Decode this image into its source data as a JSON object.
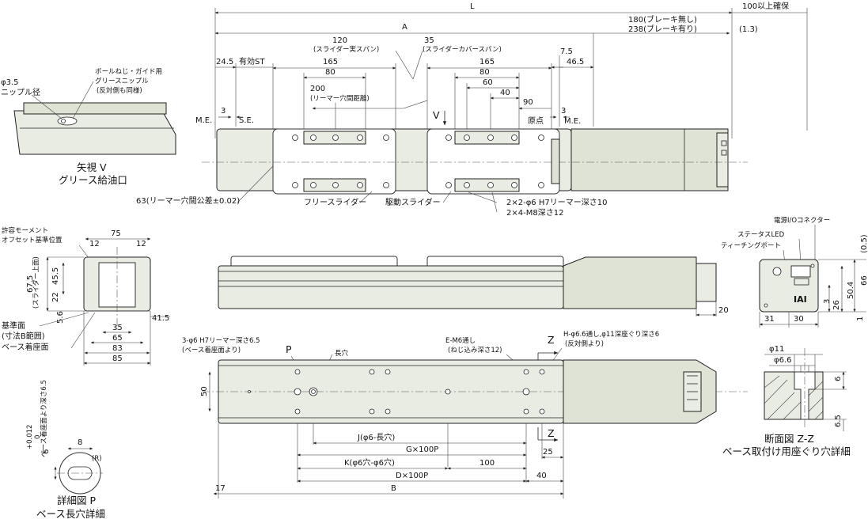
{
  "top_view": {
    "dims": {
      "L": "L",
      "A": "A",
      "brake_note": "100以上確保",
      "brake_none": "180(ブレーキ無し)",
      "brake_yes": "238(ブレーキ有り)",
      "d_1_3": "(1.3)",
      "d_24_5": "24.5",
      "stroke": "有効ST",
      "span_real": "120",
      "span_real_label": "(スライダー実スパン)",
      "span_cover": "35",
      "span_cover_label": "(スライダーカバースパン)",
      "d_7_5": "7.5",
      "d_46_5": "46.5",
      "d_165_l": "165",
      "d_80_l": "80",
      "d_165_r": "165",
      "d_80_r": "80",
      "d_60": "60",
      "d_40": "40",
      "d_90": "90",
      "d_200": "200",
      "reamer_dist": "(リーマー穴間距離)",
      "d_3_l": "3",
      "d_3_r": "3",
      "me_l": "M.E.",
      "se": "S.E.",
      "origin": "原点",
      "me_r": "M.E.",
      "v_mark": "V"
    },
    "notes": {
      "reamer_tol": "63(リーマー穴間公差±0.02)",
      "free_slider": "フリースライダー",
      "drive_slider": "駆動スライダー",
      "h7_reamer": "2×2-φ6 H7リーマー深さ10",
      "m8_depth": "2×4-M8深さ12"
    }
  },
  "view_v": {
    "d_3_5": "φ3.5",
    "nipple_dia": "ニップル径",
    "ball_screw": "ボールねじ・ガイド用",
    "grease_nipple": "グリースニップル",
    "same_side": "(反対側も同様)",
    "title": "矢視 V",
    "subtitle": "グリース給油口"
  },
  "end_view": {
    "moment": "許容モーメント",
    "offset": "オフセット基準位置",
    "d_75": "75",
    "d_12_l": "12",
    "d_12_r": "12",
    "d_67_5": "67.5",
    "slider_top": "(スライダー上面)",
    "d_45_5": "45.5",
    "d_22": "22",
    "d_5_6": "5.6",
    "d_41_5": "41.5",
    "ref_face": "基準面",
    "dim_b_range": "(寸法B範囲)",
    "base_face": "ベース着座面",
    "d_35": "35",
    "d_65": "65",
    "d_83": "83",
    "d_85": "85"
  },
  "motor_end_view": {
    "power_io": "電源I/Oコネクター",
    "status_led": "ステータスLED",
    "teaching_port": "ティーチングポート",
    "d_0_5": "(0.5)",
    "d_3": "3",
    "d_26": "26",
    "d_50_4": "50.4",
    "d_66": "66",
    "d_1": "1",
    "d_31": "31",
    "d_30": "30",
    "d_20": "20",
    "logo": "IAI"
  },
  "bottom_view": {
    "reamer_3": "3-φ6 H7リーマー深さ6.5",
    "from_base": "(ベース着座面より)",
    "p_mark": "P",
    "long_hole": "長穴",
    "e_m6": "E-M6通し",
    "screw_depth": "(ねじ込み深さ12)",
    "h_hole": "H-φ6.6通し,φ11深座ぐり深さ6",
    "from_opposite": "(反対側より)",
    "z_top": "Z",
    "z_bottom": "Z",
    "d_50": "50",
    "j_label": "J(φ6-長穴)",
    "g_label": "G×100P",
    "d_25": "25",
    "k_label": "K(φ6穴-φ6穴)",
    "d_100": "100",
    "d_label": "D×100P",
    "d_40": "40",
    "d_17": "17",
    "b_label": "B"
  },
  "detail_p": {
    "d_6_tol": "6",
    "tol_up": "+0.012",
    "tol_dn": "0",
    "depth_label": "ベース着座面より深さ6.5",
    "d_8": "8",
    "r_label": "(R)",
    "title": "詳細図 P",
    "subtitle": "ベース長穴詳細"
  },
  "section_zz": {
    "d_11": "φ11",
    "d_6_6": "φ6.6",
    "d_6": "6",
    "d_6_5": "6.5",
    "title": "断面図 Z-Z",
    "subtitle": "ベース取付け用座ぐり穴詳細"
  }
}
